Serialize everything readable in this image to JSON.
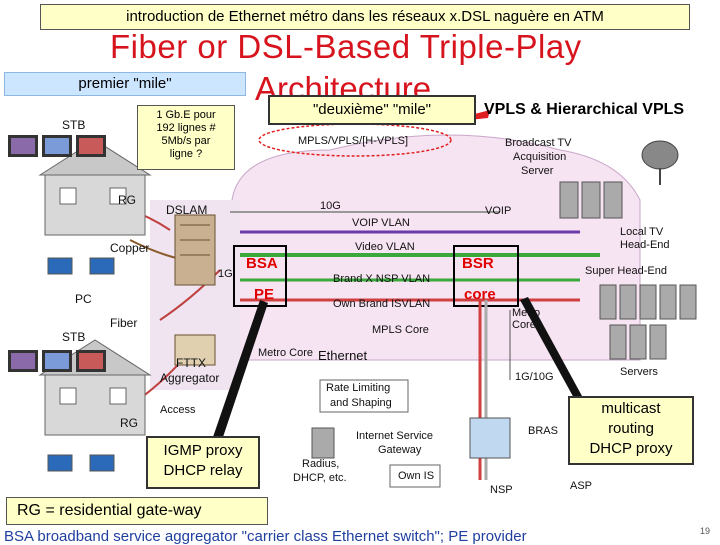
{
  "header": {
    "banner": "introduction de Ethernet  métro dans les réseaux x.DSL naguère en ATM",
    "title_line1": "Fiber or DSL-Based Triple-Play",
    "title_line2": "Architecture"
  },
  "callouts": {
    "premier": "premier \"mile\"",
    "deuxieme": "\"deuxième\" \"mile\"",
    "vpls": "VPLS & Hierarchical VPLS",
    "gbe": [
      "1 Gb.E pour",
      "192 lignes #",
      "5Mb/s par",
      "ligne ?"
    ],
    "igmp": [
      "IGMP proxy",
      "DHCP relay"
    ],
    "multicast": [
      "multicast",
      "routing",
      "DHCP proxy"
    ],
    "rg_def": "RG = residential gate-way"
  },
  "labels": {
    "stb_top": "STB",
    "rg_top": "RG",
    "dslam": "DSLAM",
    "copper": "Copper",
    "pc": "PC",
    "fiber": "Fiber",
    "stb_bottom": "STB",
    "fttx": "FTTX",
    "aggregator": "Aggregator",
    "access": "Access",
    "rg_bottom": "RG",
    "mpls": "MPLS/VPLS/[H-VPLS]",
    "broadcast": [
      "Broadcast TV",
      "Acquisition",
      "Server"
    ],
    "ten_g": "10G",
    "voip_vlan": "VOIP VLAN",
    "voip": "VOIP",
    "video_vlan": "Video VLAN",
    "local_tv": [
      "Local TV",
      "Head-End"
    ],
    "bsa": "BSA",
    "pe": "PE",
    "brand_x": "Brand X NSP VLAN",
    "own_brand": "Own Brand ISVLAN",
    "mpls_core": "MPLS Core",
    "bsr": "BSR",
    "core": "core",
    "super_head": "Super Head-End",
    "metro_core_right": [
      "Metro",
      "Core"
    ],
    "metro_core_left": "Metro Core",
    "ethernet": "Ethernet",
    "servers": "Servers",
    "one_g": "1G/10G",
    "rate": [
      "Rate Limiting",
      "and Shaping"
    ],
    "internet_sg": [
      "Internet Service",
      "Gateway"
    ],
    "bras": "BRAS",
    "radius": [
      "Radius,",
      "DHCP, etc."
    ],
    "own_is": "Own IS",
    "nsp": "NSP",
    "asp": "ASP",
    "one_g_small": "1G"
  },
  "footer": {
    "text": "BSA broadband service aggregator \"carrier class Ethernet switch\";  PE provider",
    "page": "19"
  },
  "colors": {
    "title": "#d7141d",
    "callout_bg": "#ffffc8",
    "premier_bg": "#cce6ff",
    "cloud_bg": "#f7e4f2",
    "vlan_green": "#3aa83a",
    "vlan_red": "#d04040"
  }
}
